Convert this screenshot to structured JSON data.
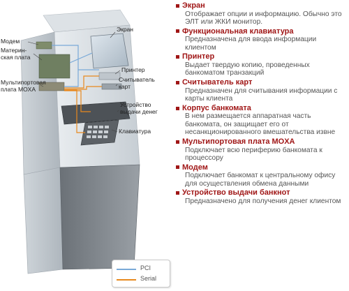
{
  "callouts": {
    "screen": "Экран",
    "modem": "Модем",
    "motherboard": "Материн-ская плата",
    "multiport": "Мультипортовая плата MOXA",
    "printer": "Принтер",
    "card_reader": "Считыватель карт",
    "dispenser": "Устройство выдачи денег",
    "keyboard": "Клавиатура"
  },
  "legend": {
    "pci": "PCI",
    "serial": "Serial",
    "pci_color": "#79a9d8",
    "serial_color": "#e8891e"
  },
  "descriptions": [
    {
      "title": "Экран",
      "text": "Отображает опции и информацию. Обычно это ЭЛТ или ЖКИ монитор."
    },
    {
      "title": "Функциональная клавиатура",
      "text": "Предназначена для ввода информации клиентом"
    },
    {
      "title": "Принтер",
      "text": "Выдает твердую копию, проведенных банкоматом транзакций"
    },
    {
      "title": "Считыватель карт",
      "text": "Предназначен для считывания информации с карты клиента"
    },
    {
      "title": "Корпус банкомата",
      "text": "В нем размещается аппаратная часть банкомата, он защищает его от несанкционированного вмешательства извне"
    },
    {
      "title": "Мультипортовая плата MOXA",
      "text": "Подключает всю периферию банкомата к процессору"
    },
    {
      "title": "Модем",
      "text": "Подключает банкомат к центральному офису для осуществления обмена данными"
    },
    {
      "title": "Устройство выдачи банкнот",
      "text": "Предназначено для получения денег клиентом"
    }
  ],
  "accent_color": "#a01616"
}
